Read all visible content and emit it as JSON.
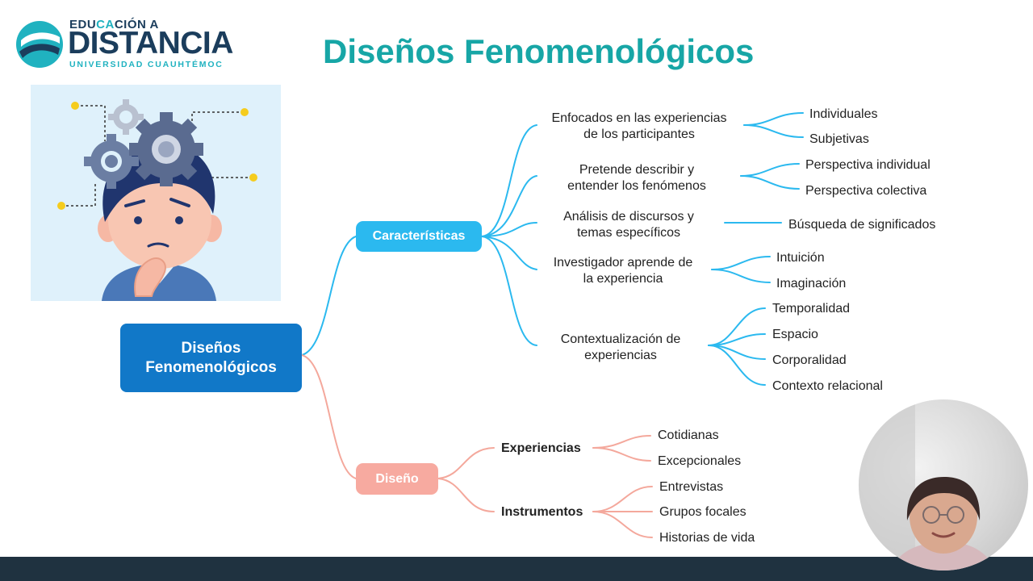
{
  "logo": {
    "top_prefix": "EDU",
    "top_highlight": "CA",
    "top_suffix": "CIÓN A",
    "main": "DISTANCIA",
    "sub": "UNIVERSIDAD CUAUHTÉMOC"
  },
  "slide": {
    "title": "Diseños Fenomenológicos"
  },
  "mindmap": {
    "root": {
      "line1": "Diseños",
      "line2": "Fenomenológicos"
    },
    "caracteristicas": {
      "label": "Características",
      "items": [
        {
          "line1": "Enfocados en las experiencias",
          "line2": "de los participantes",
          "children": [
            "Individuales",
            "Subjetivas"
          ]
        },
        {
          "line1": "Pretende describir y",
          "line2": "entender los fenómenos",
          "children": [
            "Perspectiva individual",
            "Perspectiva colectiva"
          ]
        },
        {
          "line1": "Análisis de discursos y",
          "line2": "temas específicos",
          "children": [
            "Búsqueda de significados"
          ]
        },
        {
          "line1": "Investigador aprende de",
          "line2": "la experiencia",
          "children": [
            "Intuición",
            "Imaginación"
          ]
        },
        {
          "line1": "Contextualización de",
          "line2": "experiencias",
          "children": [
            "Temporalidad",
            "Espacio",
            "Corporalidad",
            "Contexto  relacional"
          ]
        }
      ]
    },
    "diseno": {
      "label": "Diseño",
      "items": [
        {
          "label": "Experiencias",
          "children": [
            "Cotidianas",
            "Excepcionales"
          ]
        },
        {
          "label": "Instrumentos",
          "children": [
            "Entrevistas",
            "Grupos focales",
            "Historias de vida"
          ]
        }
      ]
    }
  },
  "colors": {
    "title": "#17a6a6",
    "root_box": "#1178c8",
    "caracteristicas_box": "#2bb9ef",
    "diseno_box": "#f7aaa0",
    "blue_branch": "#2bb9ef",
    "pink_branch": "#f4a89c",
    "bottom_bar": "#1f3240"
  },
  "icons": {
    "logo": "swirl-logo-icon",
    "illustration": "confused-person-with-gears-illustration",
    "webcam": "presenter-webcam-overlay"
  }
}
